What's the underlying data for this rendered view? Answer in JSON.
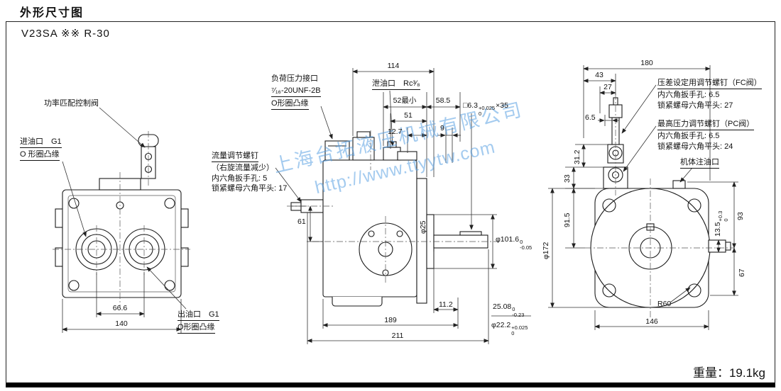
{
  "page": {
    "heading": "外形尺寸图",
    "model": "V23SA ※※ R-30",
    "weight": "重量：19.1kg",
    "watermark_company": "上海台拓液压机械有限公司",
    "watermark_url": "http://www.ttyytw.com"
  },
  "front_view": {
    "power_match_valve": "功率匹配控制阀",
    "inlet_port": "进油口　G1",
    "inlet_flange": "O 形圈凸缘",
    "outlet_port": "出油口　G1",
    "outlet_flange": "O形圈凸缘",
    "dim_port_spacing": "66.6",
    "dim_overall_width": "140"
  },
  "side_view": {
    "load_port_title": "负荷压力接口",
    "load_port_thread": "⁷⁄₁₆-20UNF-2B",
    "load_port_flange": "O形圈凸缘",
    "drain_port": "泄油口　Rc³⁄₈",
    "flow_screw_title": "流量调节螺钉",
    "flow_screw_note": "（右旋流量减少）",
    "flow_screw_hex": "内六角扳手孔: 5",
    "flow_screw_nut": "锁紧螺母六角平头: 17",
    "dim_114": "114",
    "dim_52min": "52最小",
    "dim_58_5": "58.5",
    "dim_51": "51",
    "dim_12_7": "12.7",
    "dim_9": "9",
    "key_spec": {
      "main": "□6.3",
      "sup": "+0.025",
      "sub": "0",
      "suffix": "×35"
    },
    "dim_61": "61",
    "dim_phi25": "φ25",
    "dim_phi101_6": {
      "main": "φ101.6",
      "sup": "0",
      "sub": "-0.05"
    },
    "dim_11_2": "11.2",
    "dim_189": "189",
    "dim_211": "211",
    "dim_25_08": {
      "main": "25.08",
      "sup": "0",
      "sub": "-0.23"
    },
    "dim_phi22_2": {
      "main": "φ22.2",
      "sup": "+0.025",
      "sub": "0"
    },
    "dim_phi172": "φ172"
  },
  "rear_view": {
    "fc_screw_title": "压差设定用调节螺钉（FC阀）",
    "fc_screw_hex": "内六角扳手孔: 6.5",
    "fc_screw_nut": "锁紧螺母六角平头: 27",
    "pc_screw_title": "最高压力调节螺钉（PC阀）",
    "pc_screw_hex": "内六角扳手孔: 6.5",
    "pc_screw_nut": "锁紧螺母六角平头: 24",
    "oil_fill_port": "机体注油口",
    "dim_180": "180",
    "dim_43": "43",
    "dim_27": "27",
    "dim_6_5": "6.5",
    "dim_31_2": "31.2",
    "dim_33": "33",
    "dim_91_5": "91.5",
    "dim_13_5": {
      "main": "13.5",
      "sup": "+0.3",
      "sub": "0"
    },
    "dim_93": "93",
    "dim_67": "67",
    "dim_r60": "R60",
    "dim_146": "146"
  }
}
